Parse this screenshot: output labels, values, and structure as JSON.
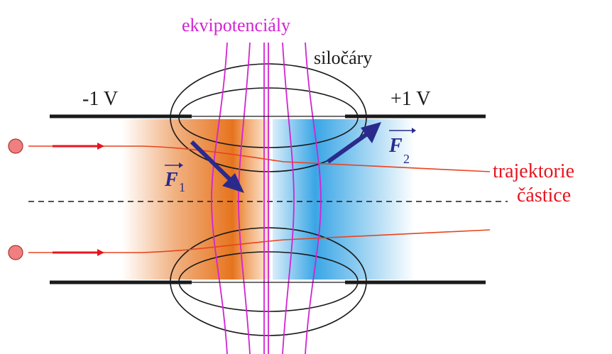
{
  "labels": {
    "equipotentials": "ekvipotenciály",
    "field_lines": "siločáry",
    "left_voltage": "-1 V",
    "right_voltage": "+1 V",
    "force1_letter": "F",
    "force1_sub": "1",
    "force2_letter": "F",
    "force2_sub": "2",
    "trajectory_line1": "trajektorie",
    "trajectory_line2": "částice"
  },
  "colors": {
    "equipotential": "#d323d3",
    "field_line": "#1a1a1a",
    "trajectory": "#e8441e",
    "incoming_arrow": "#e8141e",
    "force_arrow": "#2a2a8c",
    "particle": "#f08080",
    "negative_region": "#e6741e",
    "positive_region": "#3aa6e6",
    "electrode": "#1a1a1a"
  },
  "icons": {
    "particle": "particle-dot",
    "force": "force-vector-arrow"
  }
}
